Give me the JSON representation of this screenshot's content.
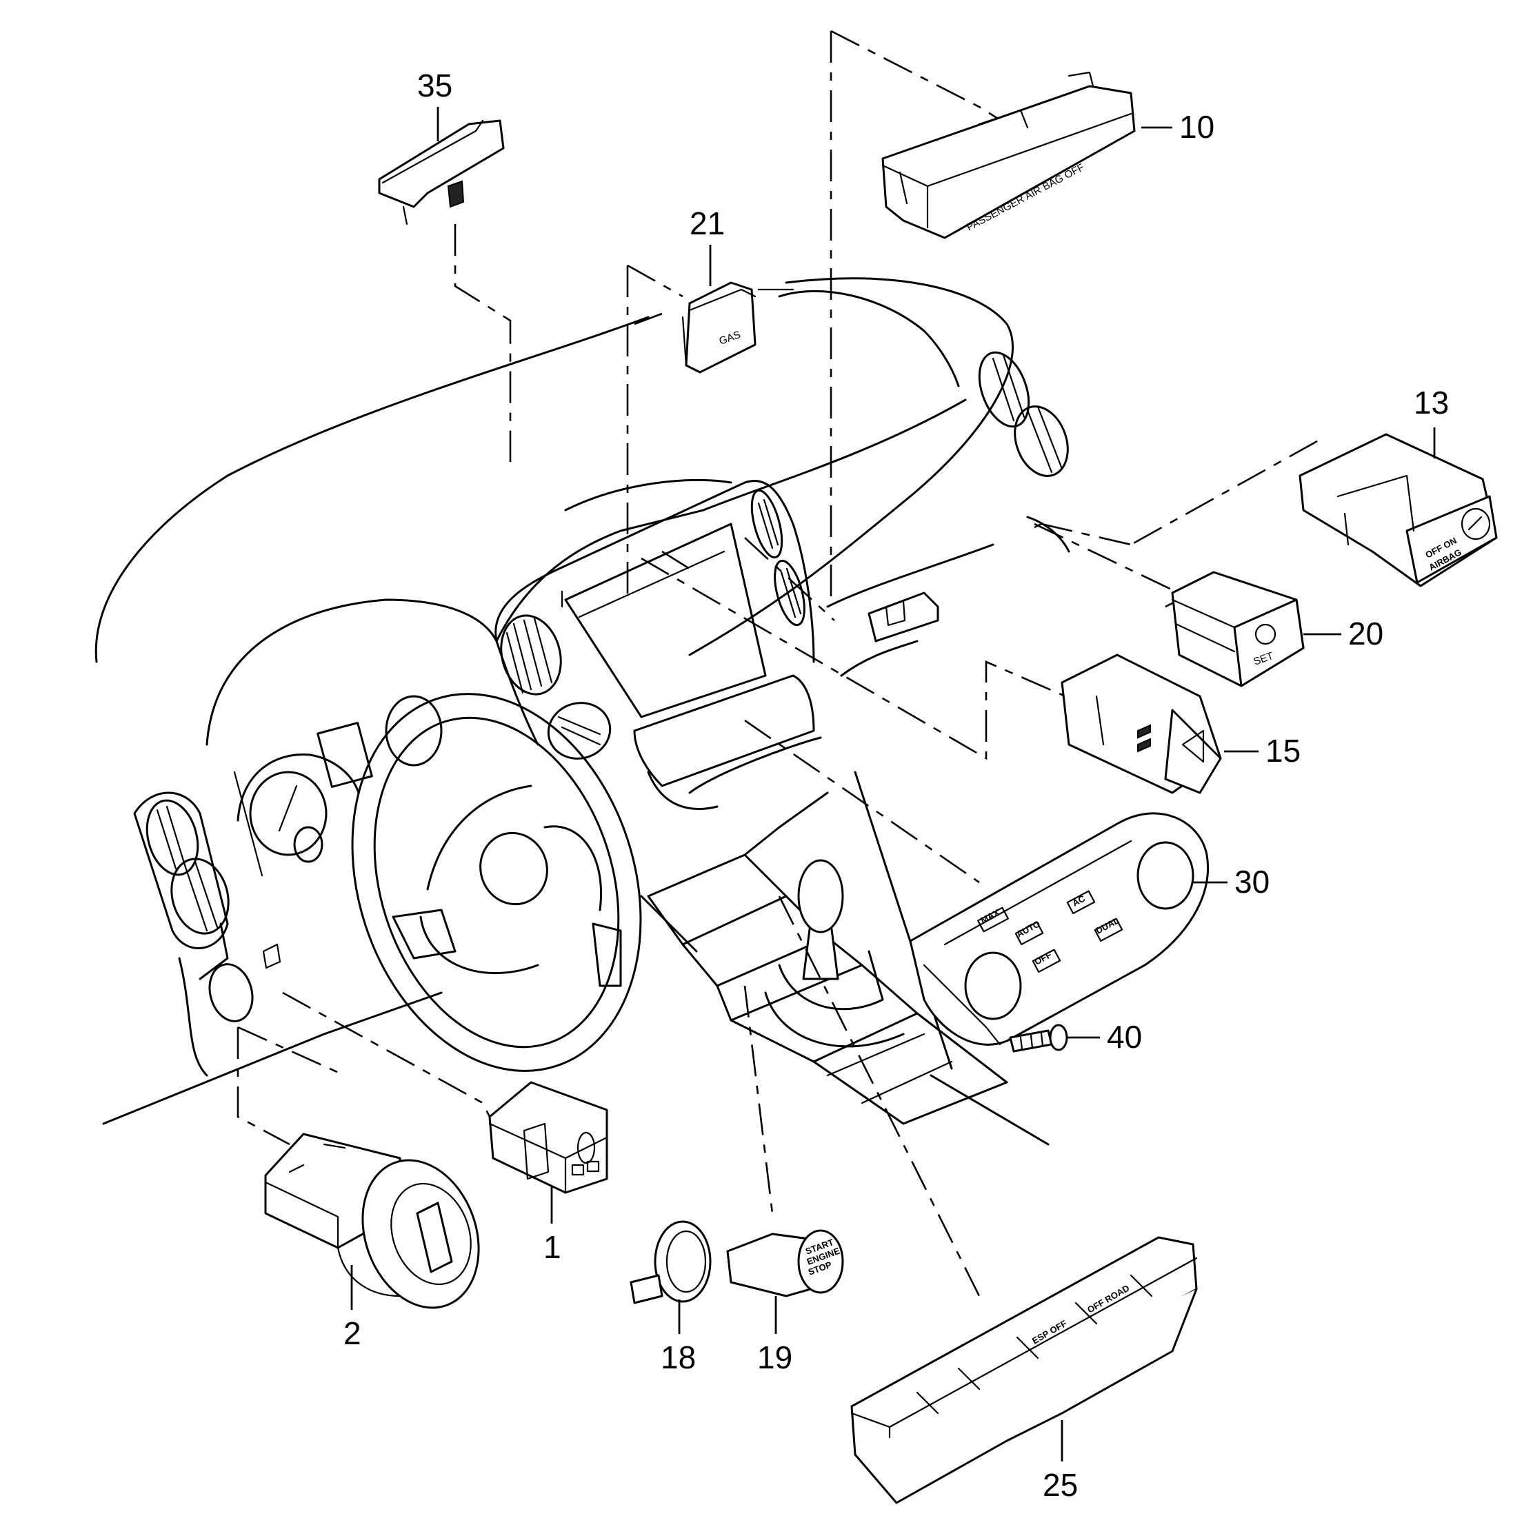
{
  "callouts": [
    {
      "id": "35",
      "label": "35"
    },
    {
      "id": "10",
      "label": "10"
    },
    {
      "id": "21",
      "label": "21"
    },
    {
      "id": "13",
      "label": "13"
    },
    {
      "id": "20",
      "label": "20"
    },
    {
      "id": "15",
      "label": "15"
    },
    {
      "id": "30",
      "label": "30"
    },
    {
      "id": "40",
      "label": "40"
    },
    {
      "id": "1",
      "label": "1"
    },
    {
      "id": "2",
      "label": "2"
    },
    {
      "id": "18",
      "label": "18"
    },
    {
      "id": "19",
      "label": "19"
    },
    {
      "id": "25",
      "label": "25"
    }
  ],
  "part_text": {
    "airbag_module": "PASSENGER AIR BAG OFF",
    "gas_button": "GAS",
    "airbag_switch_1": "OFF ON",
    "airbag_switch_2": "AIRBAG",
    "set_button": "SET",
    "start_stop_1": "START",
    "start_stop_2": "ENGINE",
    "start_stop_3": "STOP",
    "climate_max": "MAX",
    "climate_auto": "AUTO",
    "climate_off": "OFF",
    "climate_ac": "AC",
    "climate_dual": "DUAL",
    "btn_esp": "ESP OFF",
    "btn_offroad": "OFF ROAD"
  }
}
